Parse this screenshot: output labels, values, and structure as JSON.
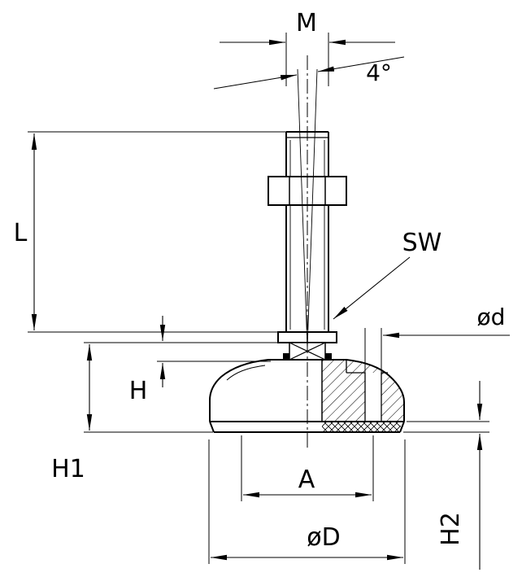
{
  "labels": {
    "thread_size": "M",
    "tilt_angle": "4°",
    "stud_length": "L",
    "wrench_size": "SW",
    "hole_diameter": "ød",
    "height_h": "H",
    "height_h1": "H1",
    "hole_spacing": "A",
    "base_diameter": "øD",
    "height_h2": "H2"
  },
  "colors": {
    "line": "#000000",
    "background": "#ffffff"
  }
}
